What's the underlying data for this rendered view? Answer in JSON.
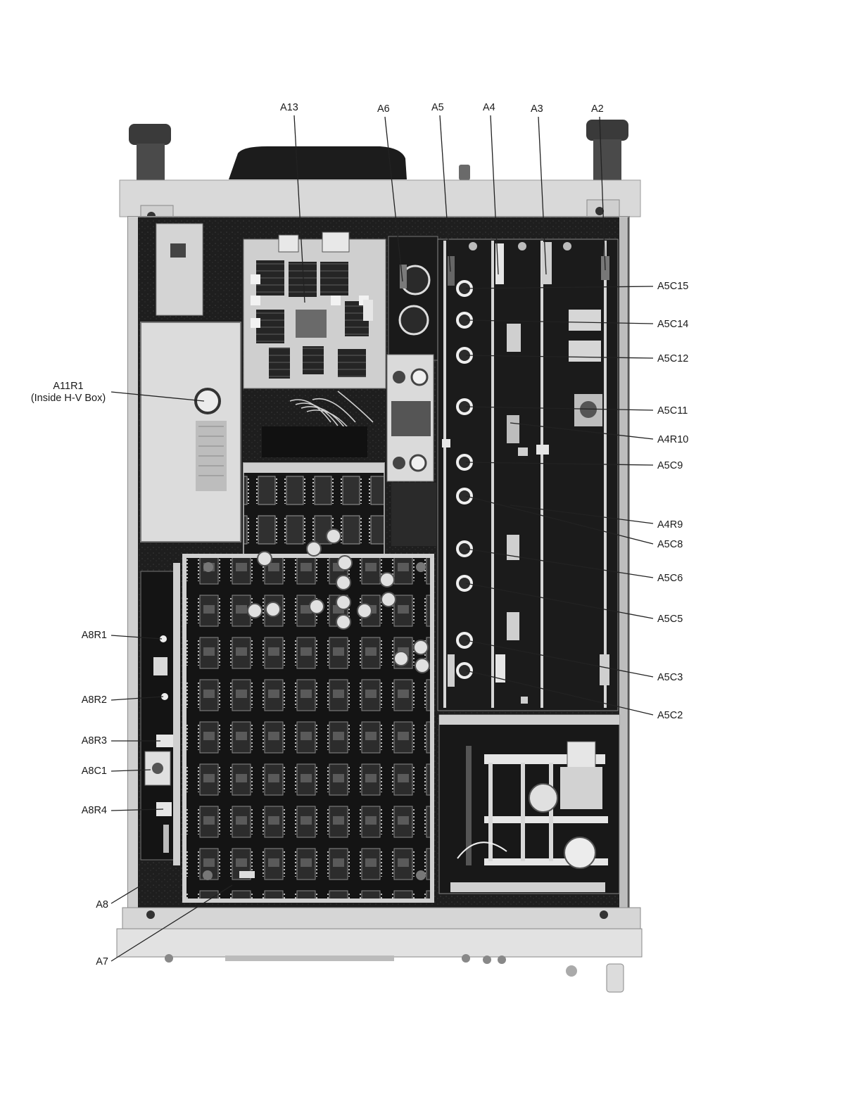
{
  "figure": {
    "top_labels": {
      "A13": "A13",
      "A6": "A6",
      "A5": "A5",
      "A4": "A4",
      "A3": "A3",
      "A2": "A2"
    },
    "right_labels": {
      "A5C15": "A5C15",
      "A5C14": "A5C14",
      "A5C12": "A5C12",
      "A5C11": "A5C11",
      "A4R10": "A4R10",
      "A5C9": "A5C9",
      "A4R9": "A4R9",
      "A5C8": "A5C8",
      "A5C6": "A5C6",
      "A5C5": "A5C5",
      "A5C3": "A5C3",
      "A5C2": "A5C2"
    },
    "left_labels": {
      "A11R1": "A11R1",
      "A11R1_note": "(Inside H-V Box)",
      "A8R1": "A8R1",
      "A8R2": "A8R2",
      "A8R3": "A8R3",
      "A8C1": "A8C1",
      "A8R4": "A8R4",
      "A8": "A8",
      "A7": "A7"
    }
  }
}
